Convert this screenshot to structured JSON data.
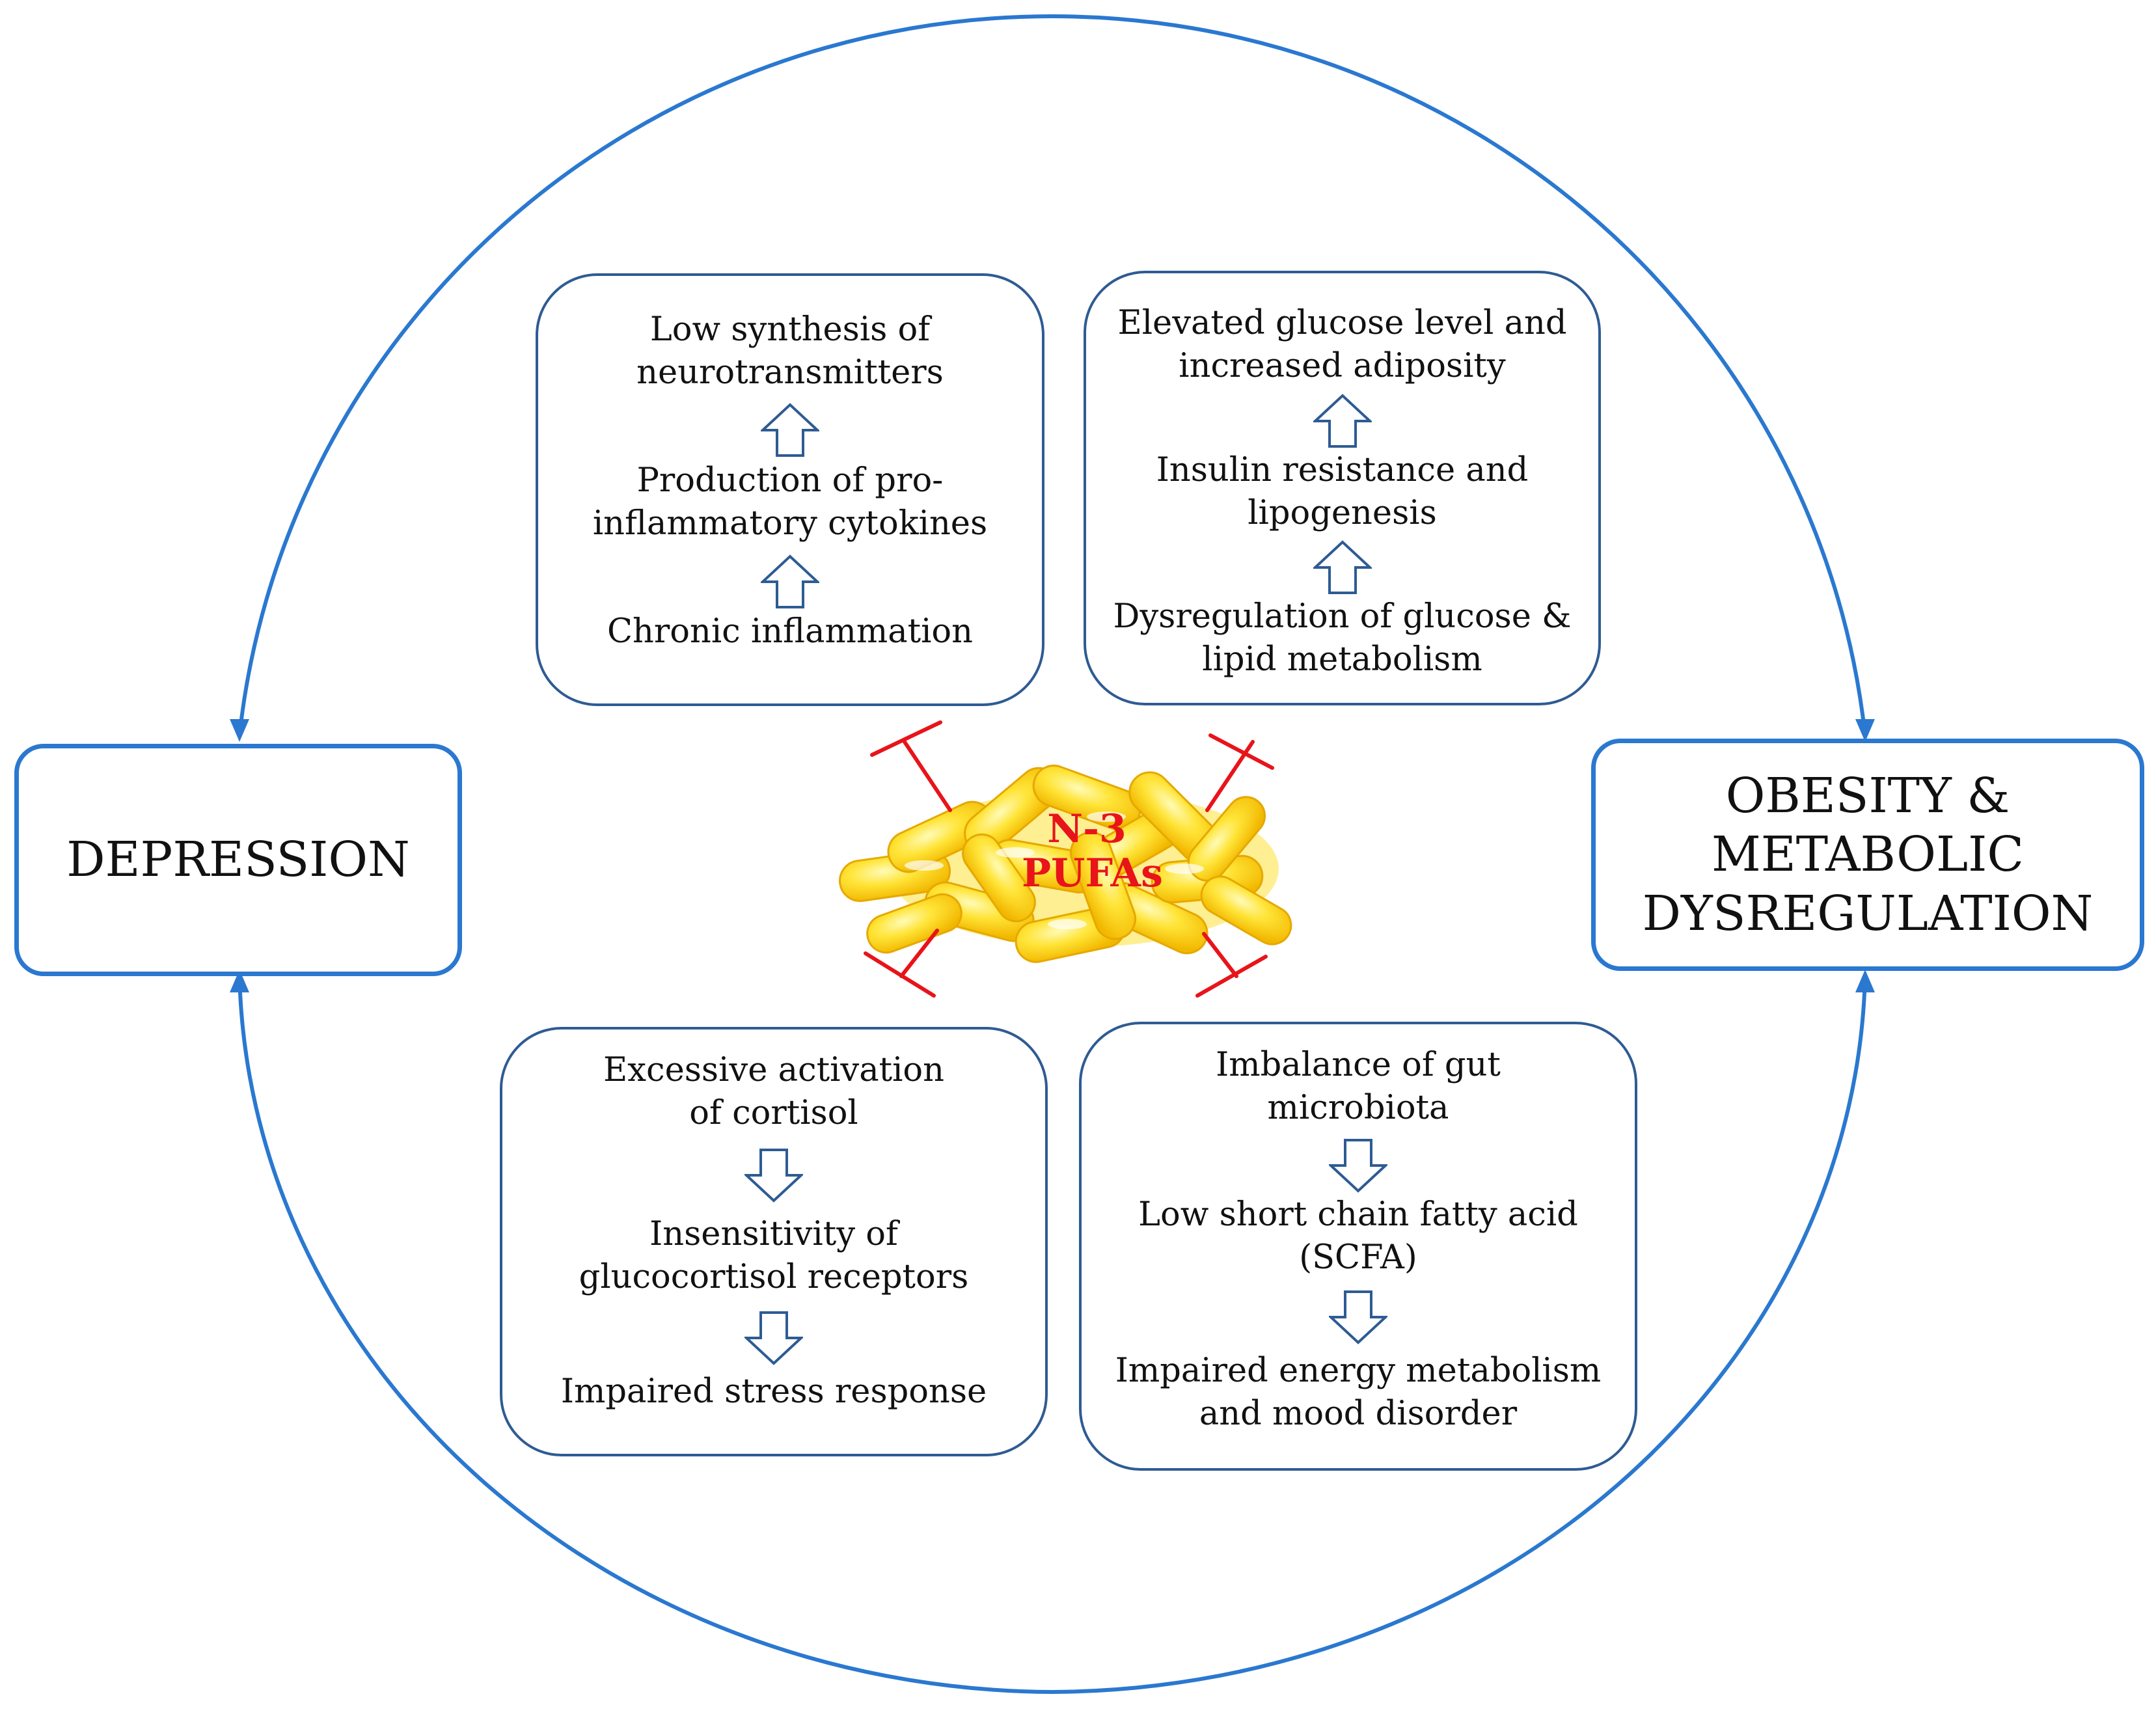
{
  "colors": {
    "cycle_arrow": "#2a78d0",
    "box_border": "#2e5b93",
    "inhibition": "#e8141a",
    "capsule_fill": "#ffd92e",
    "pufa_text": "#e8141a"
  },
  "left_node": {
    "label": "DEPRESSION"
  },
  "right_node": {
    "lines": [
      "OBESITY &",
      "METABOLIC",
      "DYSREGULATION"
    ]
  },
  "center": {
    "lines": [
      "N-3",
      "PUFAs"
    ],
    "icon": "fish-oil-capsules-icon"
  },
  "top_left_box": {
    "items": [
      [
        "Low synthesis of",
        "neurotransmitters"
      ],
      [
        "Production of pro-",
        "inflammatory cytokines"
      ],
      [
        "Chronic inflammation"
      ]
    ],
    "arrow_direction": "up"
  },
  "top_right_box": {
    "items": [
      [
        "Elevated glucose level and",
        "increased adiposity"
      ],
      [
        "Insulin resistance and",
        "lipogenesis"
      ],
      [
        "Dysregulation of glucose &",
        "lipid metabolism"
      ]
    ],
    "arrow_direction": "up"
  },
  "bottom_left_box": {
    "items": [
      [
        "Excessive activation",
        "of cortisol"
      ],
      [
        "Insensitivity of",
        "glucocortisol receptors"
      ],
      [
        "Impaired stress response"
      ]
    ],
    "arrow_direction": "down"
  },
  "bottom_right_box": {
    "items": [
      [
        "Imbalance of gut",
        "microbiota"
      ],
      [
        "Low short chain fatty acid",
        "(SCFA)"
      ],
      [
        "Impaired energy metabolism",
        "and mood disorder"
      ]
    ],
    "arrow_direction": "down"
  }
}
